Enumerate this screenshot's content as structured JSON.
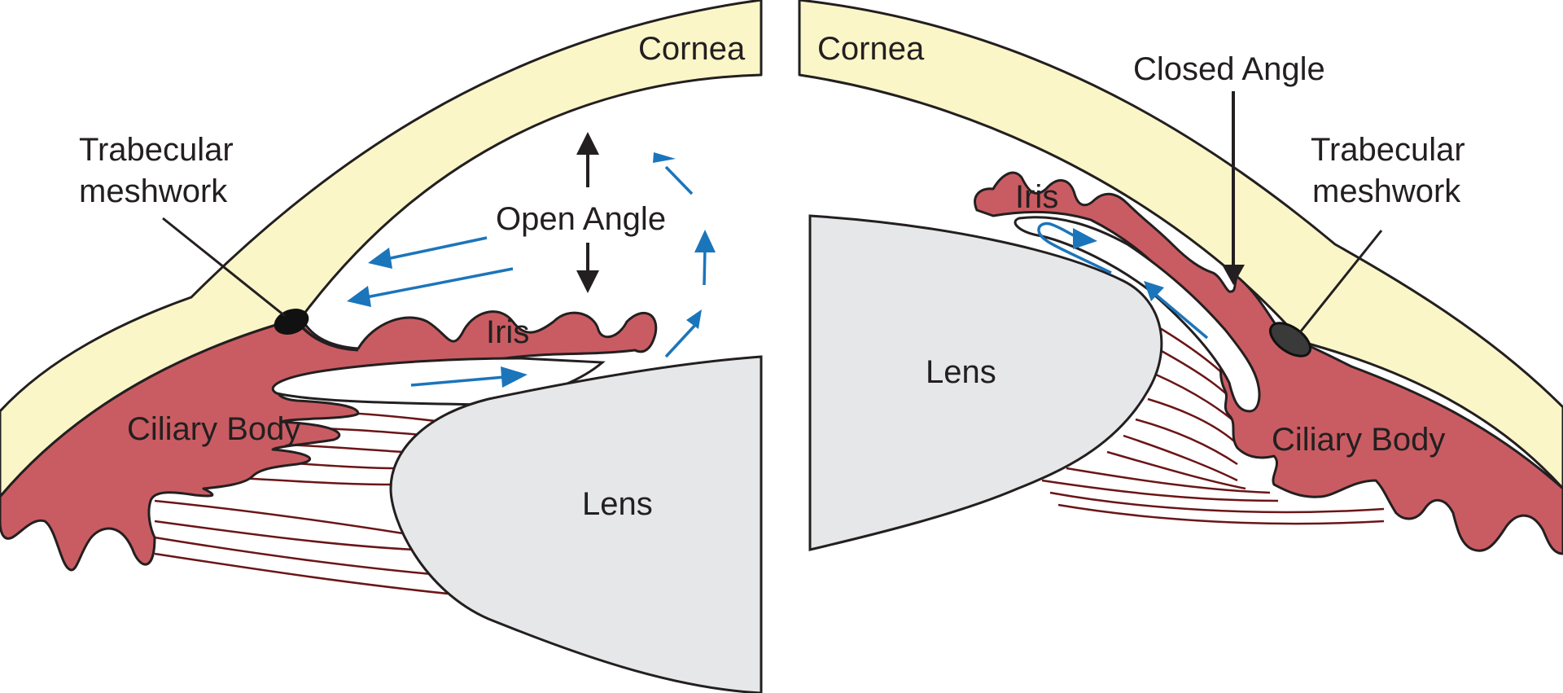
{
  "colors": {
    "cornea": "#faf6c8",
    "iris_ciliary": "#c95c62",
    "lens": "#e6e7e8",
    "zonule_fibers": "#6b1517",
    "aqueous_flow_arrows": "#1b75bb",
    "outline": "#231f20"
  },
  "left_panel": {
    "cornea": "Cornea",
    "trabecular_line1": "Trabecular",
    "trabecular_line2": "meshwork",
    "angle": "Open Angle",
    "iris": "Iris",
    "ciliary": "Ciliary Body",
    "lens": "Lens"
  },
  "right_panel": {
    "cornea": "Cornea",
    "angle": "Closed Angle",
    "trabecular_line1": "Trabecular",
    "trabecular_line2": "meshwork",
    "iris": "Iris",
    "ciliary": "Ciliary Body",
    "lens": "Lens"
  }
}
